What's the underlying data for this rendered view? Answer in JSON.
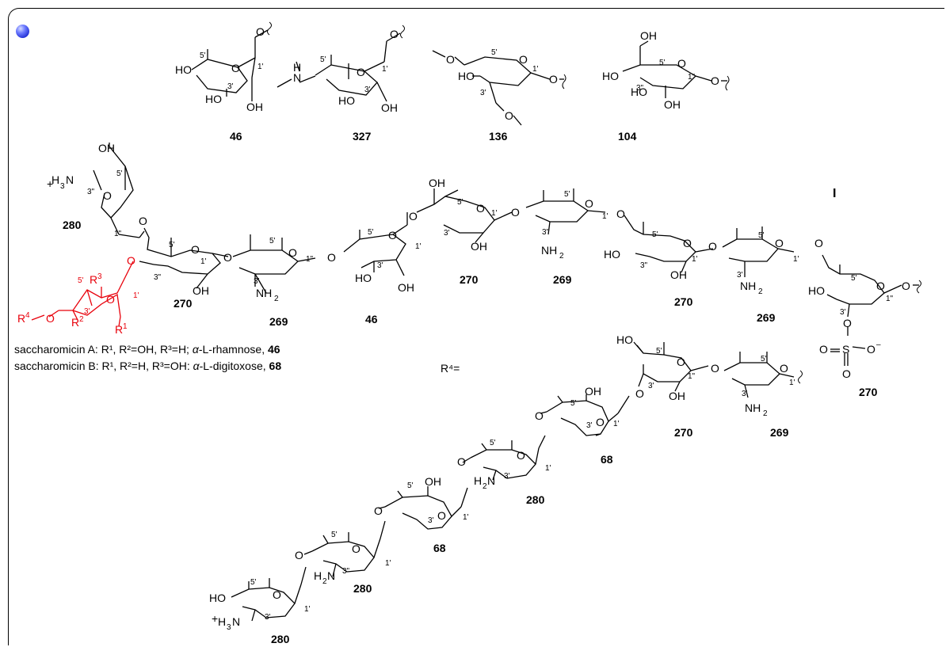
{
  "compounds": [
    {
      "id": "46"
    },
    {
      "id": "327"
    },
    {
      "id": "136"
    },
    {
      "id": "104"
    }
  ],
  "roman_label": "I",
  "r4_label": "R⁴=",
  "captions": [
    {
      "prefix": "saccharomicin A: R",
      "rest": "¹, R²=OH, R³=H; ",
      "greek": "α",
      "sugar": "-L-rhamnose, ",
      "num": "46"
    },
    {
      "prefix": "saccharomicin B: R",
      "rest": "¹, R²=H, R³=OH: ",
      "greek": "α",
      "sugar": "-L-digitoxose, ",
      "num": "68"
    }
  ],
  "main_chain_labels": [
    "280",
    "270",
    "269",
    "46",
    "270",
    "269",
    "270",
    "269",
    "270"
  ],
  "r4_chain_labels": [
    "270",
    "269",
    "68",
    "280",
    "68",
    "280",
    "280"
  ],
  "colors": {
    "accent_red": "#e8000b",
    "bullet": "#2432d6"
  }
}
